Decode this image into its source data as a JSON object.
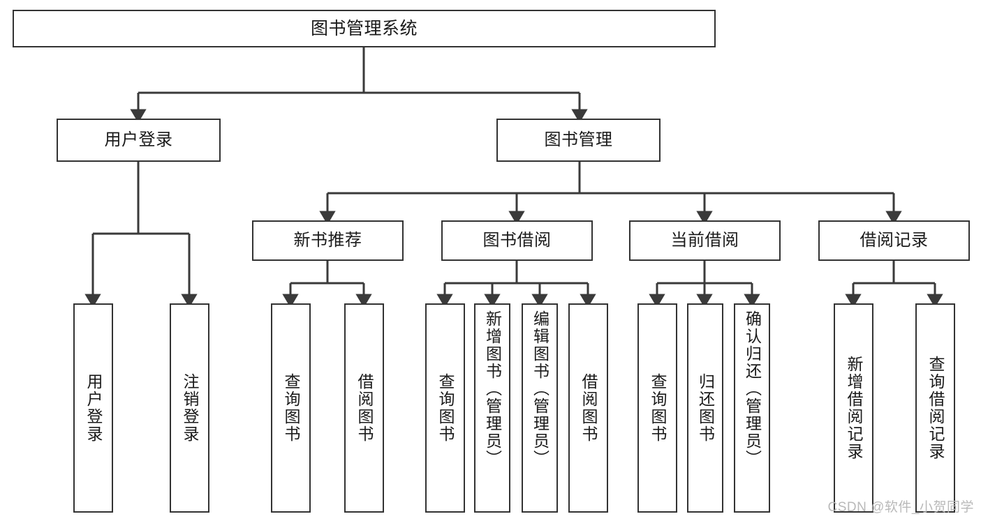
{
  "title": "图书管理系统",
  "watermark": "CSDN @软件_小贺同学",
  "colors": {
    "box_border": "#333333",
    "box_fill": "#ffffff",
    "connector": "#3a3a3a",
    "text": "#1a1a1a",
    "watermark": "#b9b9b9",
    "background": "#ffffff"
  },
  "chart_data": {
    "type": "diagram",
    "diagram_kind": "tree-hierarchy",
    "orientation": "top-down",
    "title": "图书管理系统",
    "levels": 4,
    "nodes": [
      {
        "id": "root",
        "label": "图书管理系统",
        "level": 0,
        "orientation": "horizontal",
        "parent": null
      },
      {
        "id": "user-login",
        "label": "用户登录",
        "level": 1,
        "orientation": "horizontal",
        "parent": "root"
      },
      {
        "id": "book-manage",
        "label": "图书管理",
        "level": 1,
        "orientation": "horizontal",
        "parent": "root"
      },
      {
        "id": "new-book-rec",
        "label": "新书推荐",
        "level": 2,
        "orientation": "horizontal",
        "parent": "book-manage"
      },
      {
        "id": "book-borrow",
        "label": "图书借阅",
        "level": 2,
        "orientation": "horizontal",
        "parent": "book-manage"
      },
      {
        "id": "current-borrow",
        "label": "当前借阅",
        "level": 2,
        "orientation": "horizontal",
        "parent": "book-manage"
      },
      {
        "id": "borrow-record",
        "label": "借阅记录",
        "level": 2,
        "orientation": "horizontal",
        "parent": "book-manage"
      },
      {
        "id": "leaf-1",
        "label": "用户登录",
        "level": 3,
        "orientation": "vertical",
        "parent": "user-login"
      },
      {
        "id": "leaf-2",
        "label": "注销登录",
        "level": 3,
        "orientation": "vertical",
        "parent": "user-login"
      },
      {
        "id": "leaf-3",
        "label": "查询图书",
        "level": 3,
        "orientation": "vertical",
        "parent": "new-book-rec"
      },
      {
        "id": "leaf-4",
        "label": "借阅图书",
        "level": 3,
        "orientation": "vertical",
        "parent": "new-book-rec"
      },
      {
        "id": "leaf-5",
        "label": "查询图书",
        "level": 3,
        "orientation": "vertical",
        "parent": "book-borrow"
      },
      {
        "id": "leaf-6",
        "label": "新增图书（管理员）",
        "level": 3,
        "orientation": "vertical",
        "parent": "book-borrow"
      },
      {
        "id": "leaf-7",
        "label": "编辑图书（管理员）",
        "level": 3,
        "orientation": "vertical",
        "parent": "book-borrow"
      },
      {
        "id": "leaf-8",
        "label": "借阅图书",
        "level": 3,
        "orientation": "vertical",
        "parent": "book-borrow"
      },
      {
        "id": "leaf-9",
        "label": "查询图书",
        "level": 3,
        "orientation": "vertical",
        "parent": "current-borrow"
      },
      {
        "id": "leaf-10",
        "label": "归还图书",
        "level": 3,
        "orientation": "vertical",
        "parent": "current-borrow"
      },
      {
        "id": "leaf-11",
        "label": "确认归还（管理员）",
        "level": 3,
        "orientation": "vertical",
        "parent": "current-borrow"
      },
      {
        "id": "leaf-12",
        "label": "新增借阅记录",
        "level": 3,
        "orientation": "vertical",
        "parent": "borrow-record"
      },
      {
        "id": "leaf-13",
        "label": "查询借阅记录",
        "level": 3,
        "orientation": "vertical",
        "parent": "borrow-record"
      }
    ],
    "edges": [
      {
        "from": "root",
        "to": "user-login"
      },
      {
        "from": "root",
        "to": "book-manage"
      },
      {
        "from": "book-manage",
        "to": "new-book-rec"
      },
      {
        "from": "book-manage",
        "to": "book-borrow"
      },
      {
        "from": "book-manage",
        "to": "current-borrow"
      },
      {
        "from": "book-manage",
        "to": "borrow-record"
      },
      {
        "from": "user-login",
        "to": "leaf-1"
      },
      {
        "from": "user-login",
        "to": "leaf-2"
      },
      {
        "from": "new-book-rec",
        "to": "leaf-3"
      },
      {
        "from": "new-book-rec",
        "to": "leaf-4"
      },
      {
        "from": "book-borrow",
        "to": "leaf-5"
      },
      {
        "from": "book-borrow",
        "to": "leaf-6"
      },
      {
        "from": "book-borrow",
        "to": "leaf-7"
      },
      {
        "from": "book-borrow",
        "to": "leaf-8"
      },
      {
        "from": "current-borrow",
        "to": "leaf-9"
      },
      {
        "from": "current-borrow",
        "to": "leaf-10"
      },
      {
        "from": "current-borrow",
        "to": "leaf-11"
      },
      {
        "from": "borrow-record",
        "to": "leaf-12"
      },
      {
        "from": "borrow-record",
        "to": "leaf-13"
      }
    ]
  }
}
